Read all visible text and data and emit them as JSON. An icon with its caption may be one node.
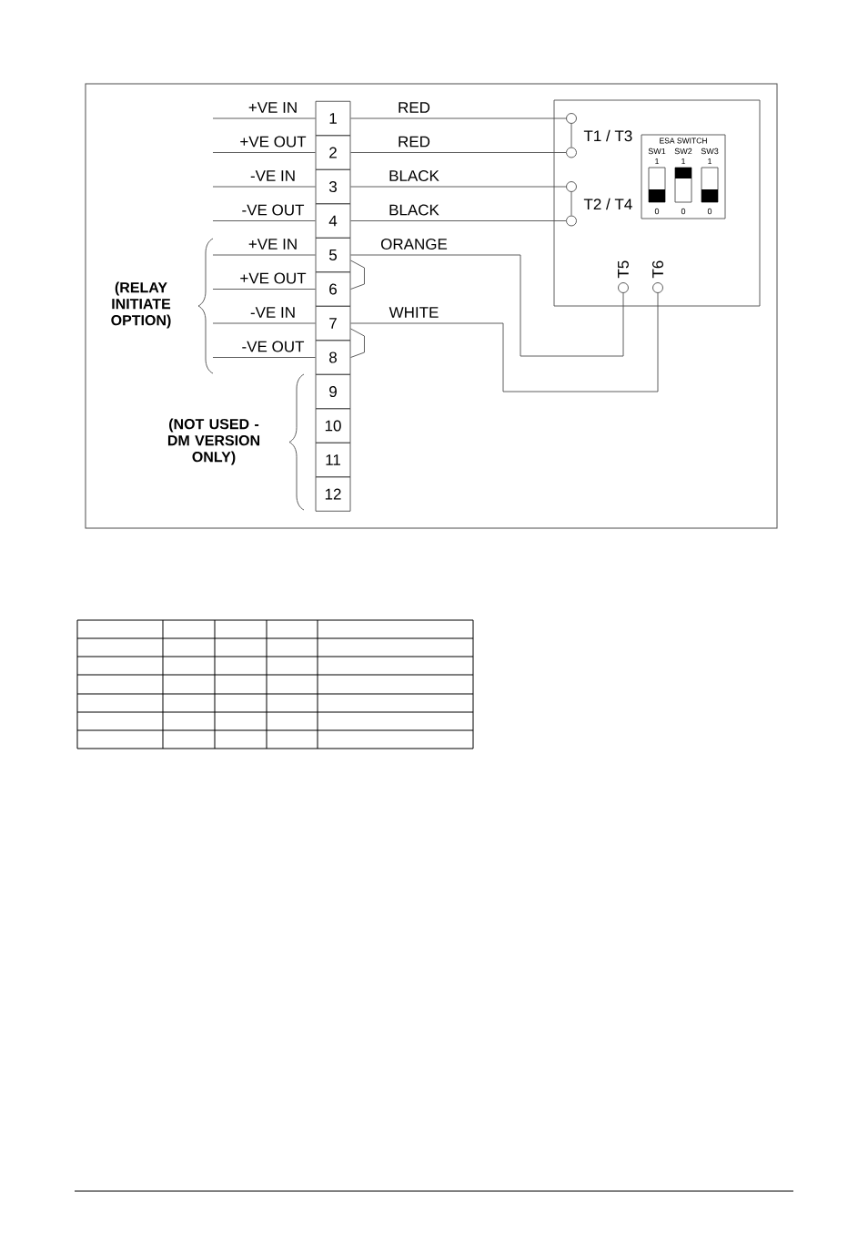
{
  "diagram": {
    "nodes": [
      {
        "text": [
          "1"
        ]
      },
      {
        "text": [
          "2"
        ]
      },
      {
        "text": [
          "3"
        ]
      },
      {
        "text": [
          "4"
        ]
      },
      {
        "text": [
          "5"
        ]
      },
      {
        "text": [
          "6"
        ]
      },
      {
        "text": [
          "7"
        ]
      },
      {
        "text": [
          "8"
        ]
      },
      {
        "text": [
          "9"
        ]
      },
      {
        "text": [
          "10"
        ]
      },
      {
        "text": [
          "11"
        ]
      },
      {
        "text": [
          "12"
        ]
      },
      {
        "text": [],
        "shape": "box"
      },
      {
        "text": [],
        "shape": "circle",
        "in": 12
      },
      {
        "text": [],
        "shape": "circle",
        "in": 12
      },
      {
        "text": [],
        "shape": "circle",
        "in": 12
      },
      {
        "text": [],
        "shape": "circle",
        "in": 12
      },
      {
        "text": [],
        "shape": "circle",
        "in": 12,
        "beside": [
          "T5"
        ]
      },
      {
        "text": [],
        "shape": "circle",
        "in": 12,
        "beside": [
          "T6"
        ]
      },
      {
        "text": [
          "ESA SWITCH"
        ],
        "in": 12
      },
      {
        "text": [
          "SW1",
          "1",
          "0"
        ],
        "in": 19
      },
      {
        "text": [
          "SW2",
          "1",
          "0"
        ],
        "in": 19
      },
      {
        "text": [
          "SW3",
          "1",
          "0"
        ],
        "in": 19
      }
    ],
    "edges": [
      {
        "from": null,
        "to": 0,
        "arrow": "none",
        "label": "+VE IN"
      },
      {
        "from": null,
        "to": 1,
        "arrow": "none",
        "label": "+VE OUT"
      },
      {
        "from": null,
        "to": 2,
        "arrow": "none",
        "label": "-VE IN"
      },
      {
        "from": null,
        "to": 3,
        "arrow": "none",
        "label": "-VE OUT"
      },
      {
        "from": null,
        "to": 4,
        "arrow": "none",
        "label": "+VE IN"
      },
      {
        "from": null,
        "to": 5,
        "arrow": "none",
        "label": "+VE OUT"
      },
      {
        "from": null,
        "to": 6,
        "arrow": "none",
        "label": "-VE IN"
      },
      {
        "from": null,
        "to": 7,
        "arrow": "none",
        "label": "-VE OUT"
      },
      {
        "from": 0,
        "to": 13,
        "arrow": "none",
        "label": "RED"
      },
      {
        "from": 1,
        "to": 14,
        "arrow": "none",
        "label": "RED"
      },
      {
        "from": 2,
        "to": 15,
        "arrow": "none",
        "label": "BLACK"
      },
      {
        "from": 3,
        "to": 16,
        "arrow": "none",
        "label": "BLACK"
      },
      {
        "from": 13,
        "to": 14,
        "arrow": "none"
      },
      {
        "from": 15,
        "to": 16,
        "arrow": "none"
      },
      {
        "from": 4,
        "to": 17,
        "arrow": "none",
        "label": "ORANGE"
      },
      {
        "from": 6,
        "to": 18,
        "arrow": "none",
        "label": "WHITE"
      },
      {
        "from": 4,
        "to": 5,
        "arrow": "none"
      },
      {
        "from": 6,
        "to": 7,
        "arrow": "none"
      }
    ],
    "labels": [
      "T1 / T3",
      "T2 / T4",
      "(RELAY INITIATE OPTION)",
      "(NOT USED - DM VERSION ONLY)"
    ]
  }
}
